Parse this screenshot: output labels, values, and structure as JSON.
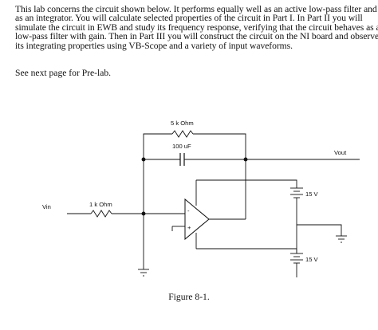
{
  "intro_lines": [
    "This lab concerns the circuit shown below. It performs equally well as an active low-pass filter and",
    "as an integrator. You will calculate selected properties of the circuit in Part I. In Part II you will",
    "simulate the circuit in EWB and study its frequency response, verifying that the circuit behaves as a",
    "low-pass filter with gain. Then in Part III you will construct the circuit on the NI board and observe",
    "its integrating properties using VB-Scope and a variety of input waveforms."
  ],
  "note": "See next page for Pre-lab.",
  "circuit": {
    "feedback_resistor": "5 k Ohm",
    "feedback_capacitor": "100 uF",
    "input_resistor": "1 k Ohm",
    "input_label": "Vin",
    "output_label": "Vout",
    "supply_positive": "15 V",
    "supply_negative": "15 V",
    "opamp_minus": "-",
    "opamp_plus": "+"
  },
  "caption": "Figure 8-1."
}
